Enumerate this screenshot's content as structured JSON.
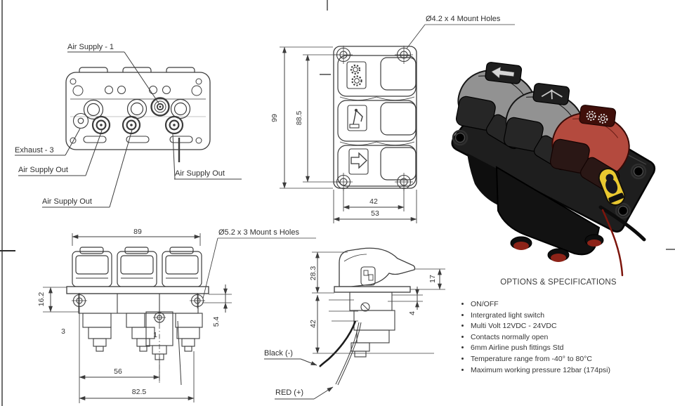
{
  "back_view": {
    "air_supply_1": "Air Supply - 1",
    "exhaust_3": "Exhaust - 3",
    "air_supply_out_a": "Air Supply Out",
    "air_supply_out_b": "Air Supply Out",
    "air_supply_out_c": "Air Supply Out"
  },
  "front_view": {
    "note": "Ø4.2 x 4 Mount Holes",
    "dim_height_outer": "99",
    "dim_height_holes": "88.5",
    "dim_width_holes": "42",
    "dim_width_outer": "53"
  },
  "elevation_view": {
    "note": "Ø5.2 x 3 Mount s Holes",
    "dim_width_top": "89",
    "dim_plate_to_hole": "16.2",
    "dim_plate_thickness": "5.4",
    "dim_width_ports": "56",
    "dim_width_overall": "82.5",
    "port_left": "3",
    "port_center": "1"
  },
  "side_view": {
    "dim_above_plate": "28.3",
    "dim_below_plate": "42",
    "dim_lever": "17",
    "dim_flange": "4",
    "wire_black": "Black (-)",
    "wire_red": "RED (+)"
  },
  "specs": {
    "title": "OPTIONS & SPECIFICATIONS",
    "items": [
      "ON/OFF",
      "Intergrated light switch",
      "Multi Volt 12VDC - 24VDC",
      "Contacts normally open",
      "6mm Airline push fittings Std",
      "Temperature range from -40° to 80°C",
      "Maximum working pressure 12bar (174psi)"
    ]
  },
  "render": {
    "colors": {
      "base_plate": "#1e1e1e",
      "gray_switch": "#929292",
      "red_switch": "#b44a3e",
      "pad": "#262626",
      "badge_yellow": "#e9c830",
      "wire_red": "#7d150c"
    }
  }
}
